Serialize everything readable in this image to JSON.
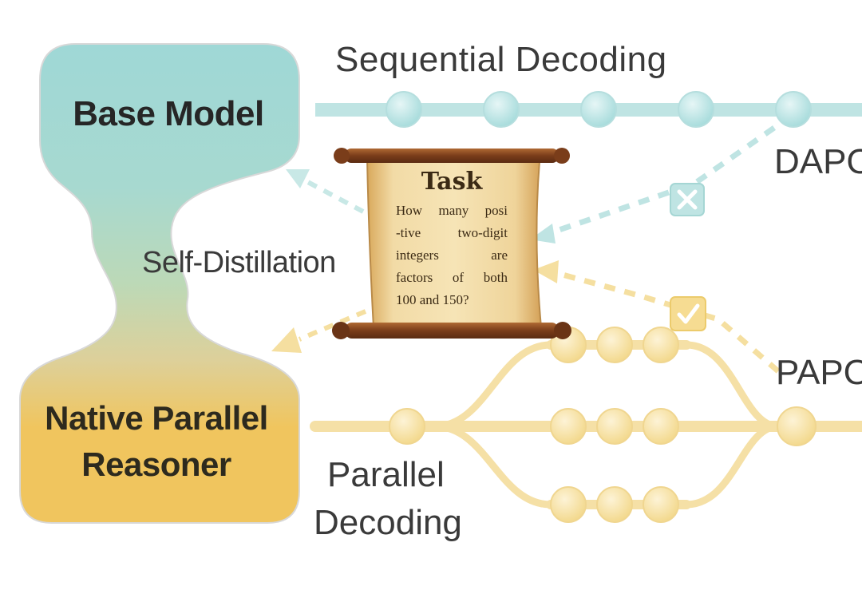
{
  "labels": {
    "sequential_decoding": "Sequential Decoding",
    "dapo": "DAPO",
    "papo": "PAPO",
    "self_distillation": "Self-Distillation",
    "parallel_line1": "Parallel",
    "parallel_line2": "Decoding"
  },
  "base_model": {
    "label": "Base Model"
  },
  "native_parallel_reasoner": {
    "line1": "Native Parallel",
    "line2": "Reasoner"
  },
  "task_scroll": {
    "title": "Task",
    "lines": [
      "How many posi",
      "-tive two-digit",
      "integers are",
      "factors of both",
      "100 and 150?"
    ]
  },
  "colors": {
    "teal": "#9fd8d6",
    "gold": "#f0c55e",
    "teal_node": "#bfe6e6",
    "gold_node": "#f7e2a6",
    "parchment": "#e9c98b",
    "scroll_wood": "#8a4a22"
  },
  "icons": {
    "dapo_badge": "x-icon",
    "papo_badge": "check-icon"
  }
}
